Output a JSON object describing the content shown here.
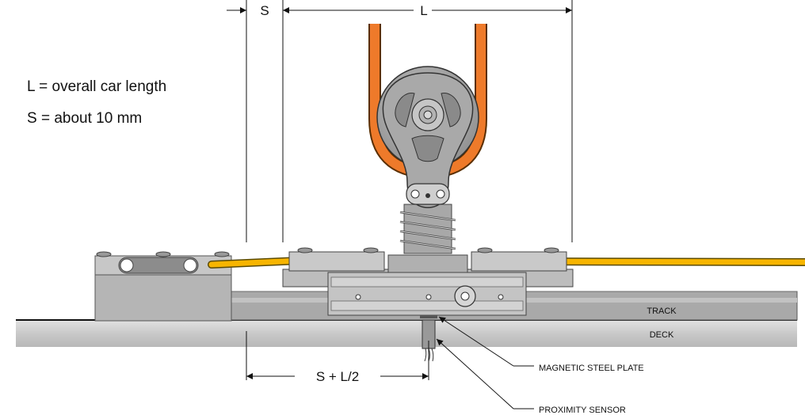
{
  "notes": {
    "length_def": "L = overall car length",
    "spacing_def": "S = about 10 mm"
  },
  "dimensions": {
    "s": "S",
    "l": "L",
    "sensor_offset": "S + L/2"
  },
  "labels": {
    "track": "TRACK",
    "deck": "DECK",
    "plate": "MAGNETIC STEEL PLATE",
    "sensor": "PROXIMITY SENSOR"
  },
  "colors": {
    "rope_orange": "#ee7a2a",
    "control_line_yellow": "#f7b500",
    "hardware_gray": "#b9b9b9",
    "deck_gray": "#cccccc"
  }
}
